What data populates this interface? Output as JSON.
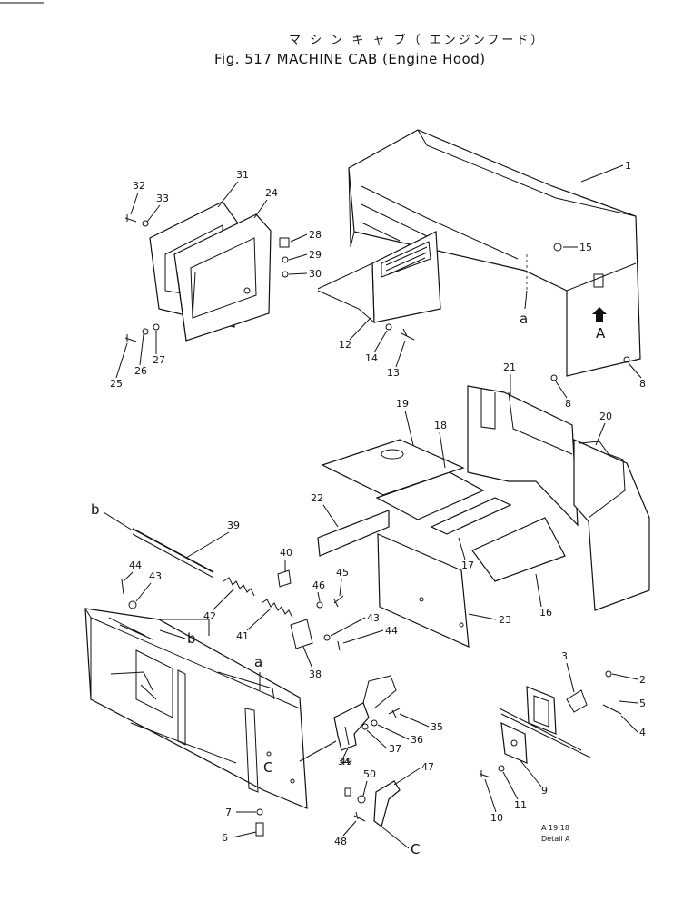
{
  "header": {
    "title_jp": "マ シ ン キ ャ ブ（ エンジンフード）",
    "title_en": "Fig. 517  MACHINE CAB (Engine Hood)"
  },
  "callouts": {
    "1": "1",
    "2": "2",
    "3": "3",
    "4": "4",
    "5": "5",
    "6": "6",
    "7": "7",
    "8a": "8",
    "8b": "8",
    "9": "9",
    "10": "10",
    "11": "11",
    "12": "12",
    "13": "13",
    "14": "14",
    "15": "15",
    "16": "16",
    "17": "17",
    "18": "18",
    "19": "19",
    "20": "20",
    "21": "21",
    "22": "22",
    "23": "23",
    "24": "24",
    "25": "25",
    "26": "26",
    "27": "27",
    "28": "28",
    "29": "29",
    "30": "30",
    "31": "31",
    "32": "32",
    "33": "33",
    "34": "34",
    "35": "35",
    "36": "36",
    "37": "37",
    "38": "38",
    "39": "39",
    "40": "40",
    "41": "41",
    "42": "42",
    "43a": "43",
    "43b": "43",
    "44a": "44",
    "44b": "44",
    "45": "45",
    "46": "46",
    "47": "47",
    "48": "48",
    "49": "49",
    "50": "50"
  },
  "refs": {
    "a_hood": "a",
    "a_frame": "a",
    "b_rod": "b",
    "b_frame": "b",
    "c_frame": "C",
    "c_bracket": "C",
    "A_view": "A"
  },
  "detail": {
    "code": "A 19 18",
    "caption": "Detail A"
  }
}
